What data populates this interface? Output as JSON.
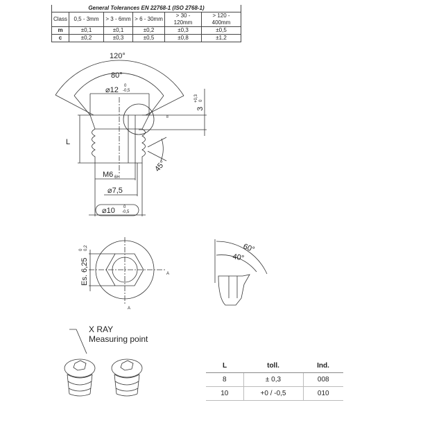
{
  "tolerance_table": {
    "title": "General Tolerances EN 22768-1 (ISO 2768-1)",
    "headers": [
      "Class",
      "0,5 - 3mm",
      "> 3 - 6mm",
      "> 6 - 30mm",
      "> 30 - 120mm",
      "> 120 - 400mm"
    ],
    "rows": [
      [
        "m",
        "±0,1",
        "±0,1",
        "±0,2",
        "±0,3",
        "±0,5"
      ],
      [
        "c",
        "±0,2",
        "±0,3",
        "±0,5",
        "±0,8",
        "±1,2"
      ]
    ]
  },
  "drawing": {
    "angle_120": "120°",
    "angle_80": "80°",
    "dia_12": "⌀12",
    "dia_12_tol_upper": "0",
    "dia_12_tol_lower": "-0,5",
    "height_3": "3",
    "height_3_tol_upper": "+0,3",
    "height_3_tol_lower": "0",
    "chamfer_label": "8",
    "length_label": "L",
    "angle_45": "45°",
    "thread": "M6",
    "thread_class": "6H",
    "dia_7_5": "⌀7,5",
    "dia_10": "⌀10",
    "dia_10_tol_upper": "0",
    "dia_10_tol_lower": "-0,5",
    "hex_size": "Es. 6,25",
    "hex_tol_upper": "0",
    "hex_tol_lower": "0,2",
    "section_mark": "A",
    "angle_60": "60°",
    "angle_40": "40°",
    "xray_label": "X RAY",
    "measuring_label": "Measuring point"
  },
  "length_table": {
    "headers": [
      "L",
      "toll.",
      "Ind."
    ],
    "rows": [
      [
        "8",
        "± 0,3",
        "008"
      ],
      [
        "10",
        "+0 / -0,5",
        "010"
      ]
    ]
  }
}
